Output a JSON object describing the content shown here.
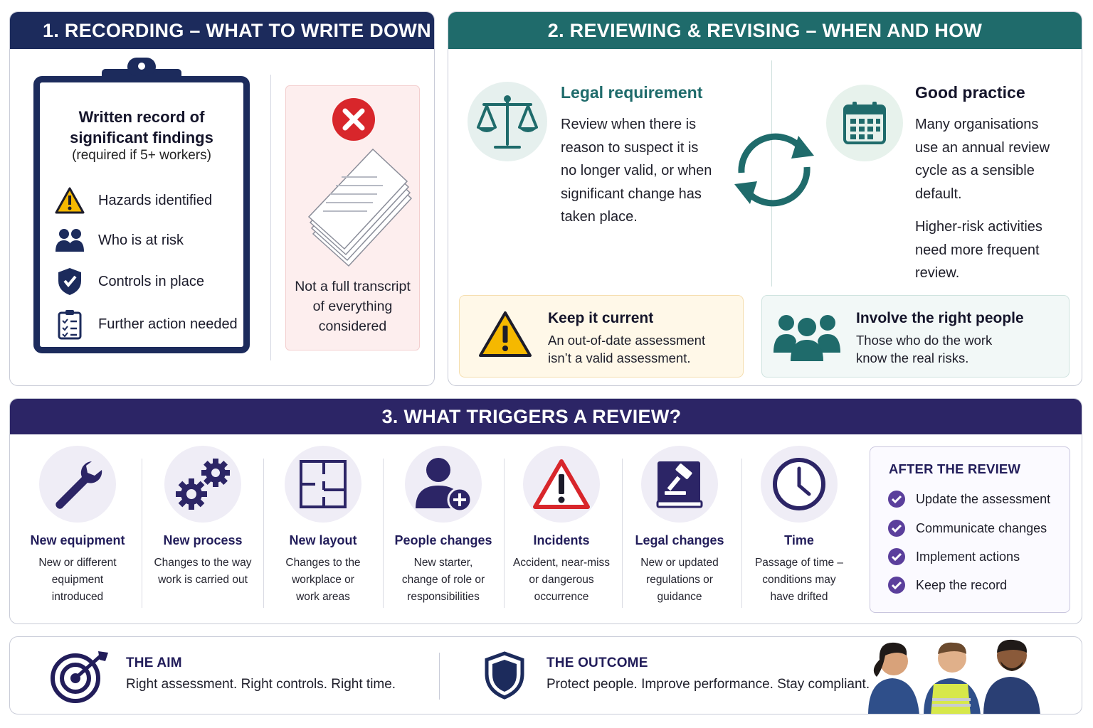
{
  "section1": {
    "title": "1. RECORDING – WHAT TO WRITE DOWN",
    "clipboard_title_line1": "Written record of",
    "clipboard_title_line2": "significant findings",
    "clipboard_subtitle": "(required if 5+ workers)",
    "items": [
      {
        "label": "Hazards identified",
        "icon": "warning-icon"
      },
      {
        "label": "Who is at risk",
        "icon": "people-icon"
      },
      {
        "label": "Controls in place",
        "icon": "shield-icon"
      },
      {
        "label": "Further action needed",
        "icon": "checklist-icon"
      }
    ],
    "not_line1": "Not a full transcript",
    "not_line2": "of everything",
    "not_line3": "considered"
  },
  "section2": {
    "title": "2. REVIEWING & REVISING – WHEN AND HOW",
    "legal": {
      "heading": "Legal requirement",
      "lines": [
        "Review when there is",
        "reason to suspect it is",
        "no longer valid, or when",
        "significant change has",
        "taken place."
      ]
    },
    "good": {
      "heading": "Good practice",
      "lines": [
        "Many organisations",
        "use an annual review",
        "cycle as a sensible",
        "default."
      ],
      "lines2": [
        "Higher-risk activities",
        "need more frequent",
        "review."
      ]
    },
    "keep": {
      "heading": "Keep it current",
      "line1": "An out-of-date assessment",
      "line2": "isn’t a valid assessment."
    },
    "involve": {
      "heading": "Involve the right people",
      "line1": "Those who do the work",
      "line2": "know the real risks."
    }
  },
  "section3": {
    "title": "3. WHAT TRIGGERS A REVIEW?",
    "triggers": [
      {
        "title": "New equipment",
        "lines": [
          "New or different",
          "equipment",
          "introduced"
        ],
        "icon": "wrench-icon"
      },
      {
        "title": "New process",
        "lines": [
          "Changes to the way",
          "work is carried out"
        ],
        "icon": "gears-icon"
      },
      {
        "title": "New layout",
        "lines": [
          "Changes to the",
          "workplace or",
          "work areas"
        ],
        "icon": "floorplan-icon"
      },
      {
        "title": "People changes",
        "lines": [
          "New starter,",
          "change of role or",
          "responsibilities"
        ],
        "icon": "add-person-icon"
      },
      {
        "title": "Incidents",
        "lines": [
          "Accident, near-miss",
          "or dangerous",
          "occurrence"
        ],
        "icon": "warning-icon"
      },
      {
        "title": "Legal changes",
        "lines": [
          "New or updated",
          "regulations or",
          "guidance"
        ],
        "icon": "gavel-book-icon"
      },
      {
        "title": "Time",
        "lines": [
          "Passage of time –",
          "conditions may",
          "have drifted"
        ],
        "icon": "clock-icon"
      }
    ],
    "after": {
      "heading": "AFTER THE REVIEW",
      "items": [
        "Update the assessment",
        "Communicate changes",
        "Implement actions",
        "Keep the record"
      ]
    }
  },
  "footer": {
    "aim_heading": "THE AIM",
    "aim_text": "Right assessment. Right controls. Right time.",
    "outcome_heading": "THE OUTCOME",
    "outcome_text": "Protect people. Improve performance. Stay compliant."
  },
  "colors": {
    "navy": "#1c2b5c",
    "teal": "#1f6b6b",
    "purple": "#2c2566",
    "red": "#d8262b",
    "amber": "#f5b800"
  }
}
